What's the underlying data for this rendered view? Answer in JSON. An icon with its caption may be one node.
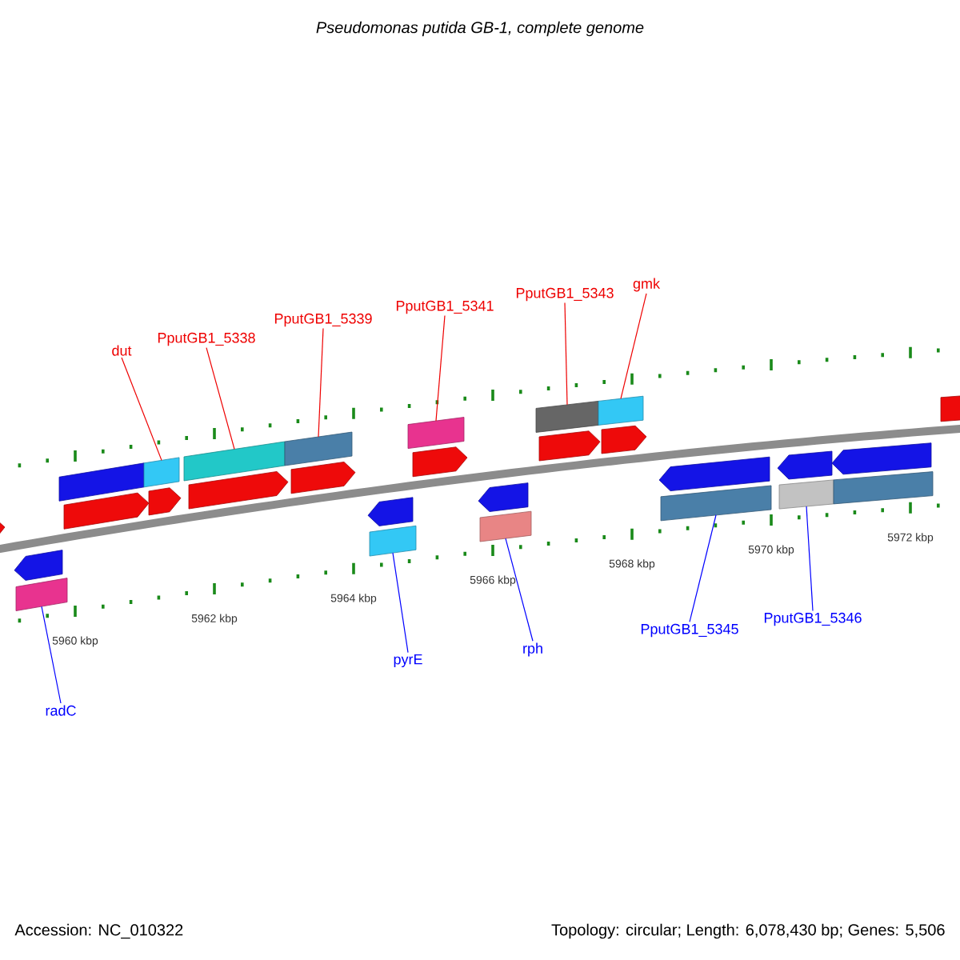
{
  "diagram": {
    "title": "Pseudomonas putida GB-1, complete genome",
    "nodes": [
      {
        "text": [
          "dut"
        ]
      },
      {
        "text": [
          "PputGB1_5338"
        ]
      },
      {
        "text": [
          "PputGB1_5339"
        ]
      },
      {
        "text": [
          "PputGB1_5341"
        ]
      },
      {
        "text": [
          "PputGB1_5343"
        ]
      },
      {
        "text": [
          "gmk"
        ]
      },
      {
        "text": [
          "radC"
        ]
      },
      {
        "text": [
          "pyrE"
        ]
      },
      {
        "text": [
          "rph"
        ]
      },
      {
        "text": [
          "PputGB1_5345"
        ]
      },
      {
        "text": [
          "PputGB1_5346"
        ]
      },
      {
        "text": [],
        "shape": "pentagon"
      },
      {
        "text": [],
        "shape": "pentagon"
      },
      {
        "text": [],
        "shape": "bar"
      },
      {
        "text": [],
        "shape": "bar"
      },
      {
        "text": [],
        "shape": "pentagon"
      },
      {
        "text": [],
        "shape": "bar"
      },
      {
        "text": [],
        "shape": "pentagon"
      },
      {
        "text": [],
        "shape": "bar"
      },
      {
        "text": [],
        "shape": "pentagon"
      },
      {
        "text": [],
        "shape": "bar"
      },
      {
        "text": [],
        "shape": "pentagon"
      },
      {
        "text": [],
        "shape": "pentagon"
      },
      {
        "text": [],
        "shape": "bar"
      },
      {
        "text": [],
        "shape": "bar"
      },
      {
        "text": [],
        "shape": "pentagon"
      },
      {
        "text": [],
        "shape": "pentagon"
      },
      {
        "text": [],
        "shape": "bar"
      },
      {
        "text": [],
        "shape": "bar"
      },
      {
        "text": [],
        "shape": "pentagon"
      },
      {
        "text": [],
        "shape": "bar"
      },
      {
        "text": [],
        "shape": "pentagon"
      },
      {
        "text": [],
        "shape": "pentagon"
      },
      {
        "text": [],
        "shape": "bar"
      },
      {
        "text": [],
        "shape": "pentagon"
      },
      {
        "text": [],
        "shape": "bar"
      },
      {
        "text": [],
        "shape": "pentagon"
      },
      {
        "text": [],
        "shape": "bar"
      },
      {
        "text": [],
        "shape": "bar"
      }
    ],
    "edges": [
      {
        "from": 0,
        "to": 16,
        "arrow": "none"
      },
      {
        "from": 1,
        "to": 18,
        "arrow": "none"
      },
      {
        "from": 2,
        "to": 20,
        "arrow": "none"
      },
      {
        "from": 3,
        "to": 24,
        "arrow": "none"
      },
      {
        "from": 4,
        "to": 28,
        "arrow": "none"
      },
      {
        "from": 5,
        "to": 30,
        "arrow": "none"
      },
      {
        "from": 6,
        "to": 13,
        "arrow": "none",
        "color": "#0000ff"
      },
      {
        "from": 7,
        "to": 23,
        "arrow": "none",
        "color": "#0000ff"
      },
      {
        "from": 8,
        "to": 27,
        "arrow": "none",
        "color": "#0000ff"
      },
      {
        "from": 9,
        "to": 33,
        "arrow": "none",
        "color": "#0000ff"
      },
      {
        "from": 10,
        "to": 35,
        "arrow": "none",
        "color": "#0000ff"
      }
    ],
    "labels": [
      "5960 kbp",
      "5962 kbp",
      "5964 kbp",
      "5966 kbp",
      "5968 kbp",
      "5970 kbp",
      "5972 kbp",
      "Accession: NC_010322",
      "Topology: circular; Length: 6,078,430 bp; Genes: 5,506"
    ]
  }
}
